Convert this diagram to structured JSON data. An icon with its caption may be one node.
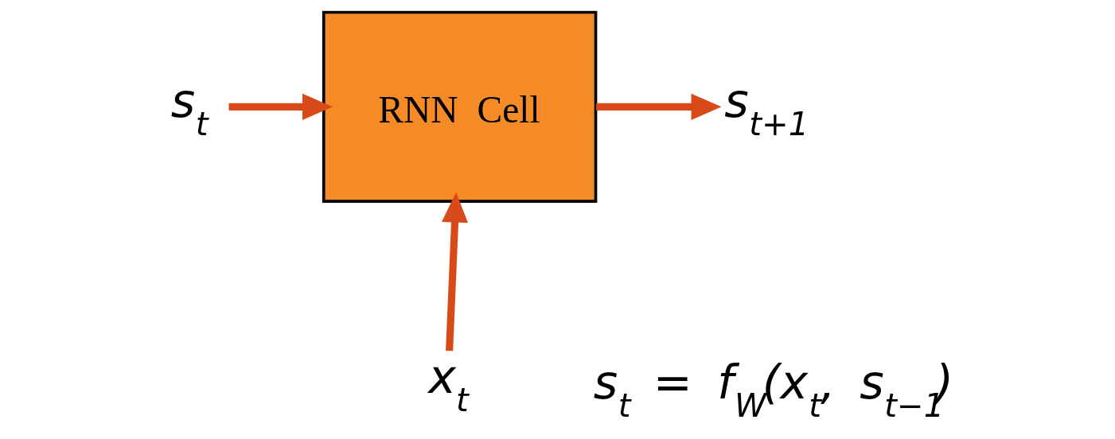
{
  "diagram": {
    "nodes": [
      {
        "text": [
          "s$_{t}$"
        ]
      },
      {
        "text": [
          "RNN Cell"
        ]
      },
      {
        "text": [
          "s$_{t+1}$"
        ]
      },
      {
        "text": [
          "x$_{t}$"
        ]
      }
    ],
    "edges": [
      {
        "from": 0,
        "to": 1,
        "arrow": "to"
      },
      {
        "from": 1,
        "to": 2,
        "arrow": "to"
      },
      {
        "from": 3,
        "to": 1,
        "arrow": "to"
      }
    ],
    "labels": [
      "s$_{t}$ = f$_{W}$(x$_{t}$, s$_{t−1}$)"
    ]
  }
}
